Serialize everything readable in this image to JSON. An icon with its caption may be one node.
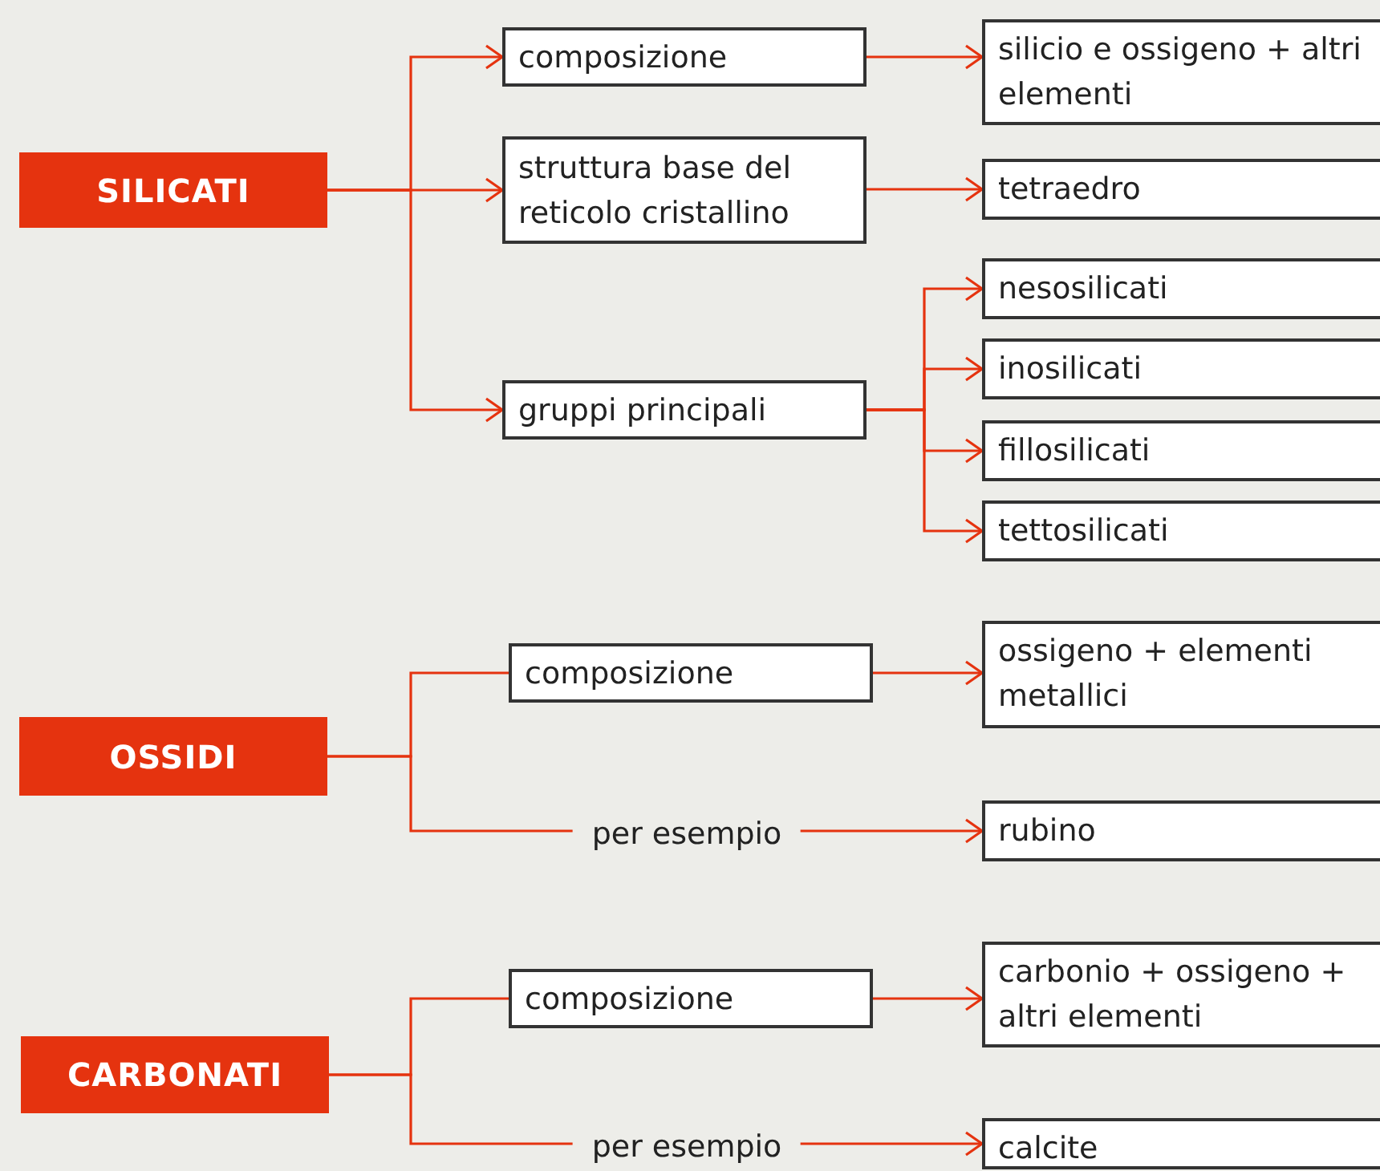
{
  "diagram": {
    "nodes": [
      {
        "text": [
          "SILICATI"
        ]
      },
      {
        "text": [
          "composizione"
        ]
      },
      {
        "text": [
          "struttura base del reticolo cristallino"
        ]
      },
      {
        "text": [
          "gruppi principali"
        ]
      },
      {
        "text": [
          "silicio e ossigeno + altri elementi"
        ]
      },
      {
        "text": [
          "tetraedro"
        ]
      },
      {
        "text": [
          "nesosilicati"
        ]
      },
      {
        "text": [
          "inosilicati"
        ]
      },
      {
        "text": [
          "fillosilicati"
        ]
      },
      {
        "text": [
          "tettosilicati"
        ]
      },
      {
        "text": [
          "OSSIDI"
        ]
      },
      {
        "text": [
          "composizione"
        ]
      },
      {
        "text": [
          "ossigeno + elementi metallici"
        ]
      },
      {
        "text": [
          "rubino"
        ]
      },
      {
        "text": [
          "CARBONATI"
        ]
      },
      {
        "text": [
          "composizione"
        ]
      },
      {
        "text": [
          "carbonio + ossigeno + altri elementi"
        ]
      },
      {
        "text": [
          "calcite"
        ]
      }
    ],
    "edges": [
      {
        "from": 0,
        "to": 1,
        "arrow": "to"
      },
      {
        "from": 0,
        "to": 2,
        "arrow": "to"
      },
      {
        "from": 0,
        "to": 3,
        "arrow": "to"
      },
      {
        "from": 1,
        "to": 4,
        "arrow": "to"
      },
      {
        "from": 2,
        "to": 5,
        "arrow": "to"
      },
      {
        "from": 3,
        "to": 6,
        "arrow": "to"
      },
      {
        "from": 3,
        "to": 7,
        "arrow": "to"
      },
      {
        "from": 3,
        "to": 8,
        "arrow": "to"
      },
      {
        "from": 3,
        "to": 9,
        "arrow": "to"
      },
      {
        "from": 10,
        "to": 11,
        "arrow": "none"
      },
      {
        "from": 11,
        "to": 12,
        "arrow": "to"
      },
      {
        "from": 10,
        "to": 13,
        "label": "per esempio",
        "arrow": "to"
      },
      {
        "from": 14,
        "to": 15,
        "arrow": "none"
      },
      {
        "from": 15,
        "to": 16,
        "arrow": "to"
      },
      {
        "from": 14,
        "to": 17,
        "label": "per esempio",
        "arrow": "to"
      }
    ]
  }
}
